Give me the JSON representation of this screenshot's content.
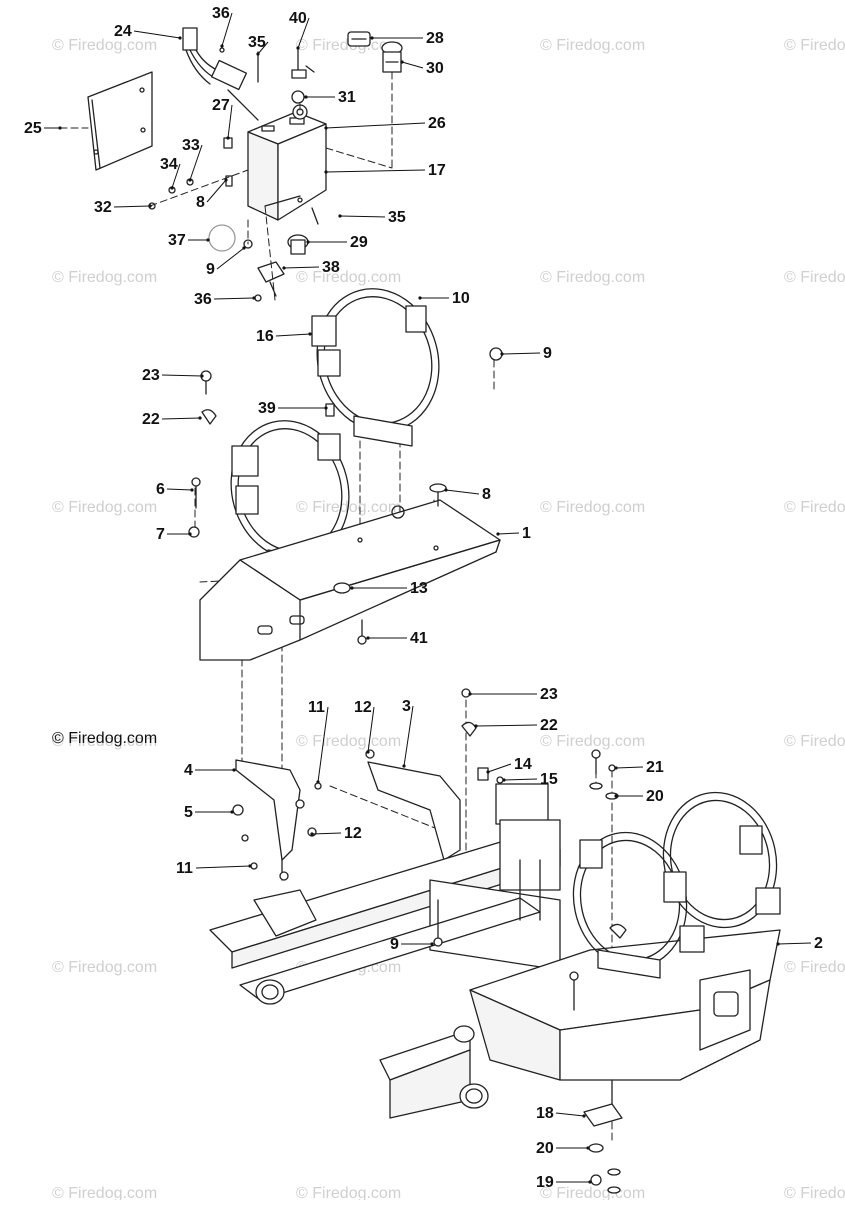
{
  "watermark": "© Firedog.com",
  "copyright": "© Firedog.com",
  "callouts": [
    "1",
    "2",
    "3",
    "4",
    "5",
    "6",
    "7",
    "8",
    "9",
    "10",
    "11",
    "12",
    "13",
    "14",
    "15",
    "16",
    "17",
    "18",
    "19",
    "20",
    "21",
    "22",
    "23",
    "24",
    "25",
    "26",
    "27",
    "28",
    "29",
    "30",
    "31",
    "32",
    "33",
    "34",
    "35",
    "36",
    "37",
    "38",
    "39",
    "40",
    "41"
  ]
}
